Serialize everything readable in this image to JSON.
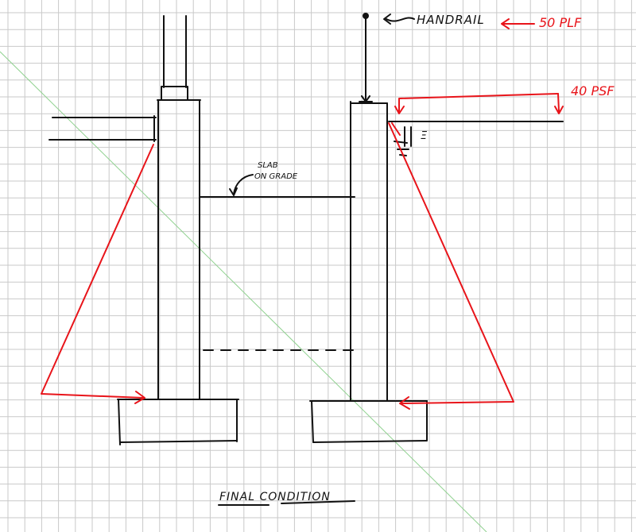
{
  "labels": {
    "handrail": "HANDRAIL",
    "handrail_load": "50 PLF",
    "surcharge_load": "40 PSF",
    "slab_on_grade_line1": "SLAB",
    "slab_on_grade_line2": "ON GRADE",
    "title": "FINAL CONDITION",
    "water_table_mark": "Ξ"
  },
  "colors": {
    "ink": "#111111",
    "markup": "#e8141a",
    "grid": "#c9c9c9",
    "guide_line": "#8fd18f"
  }
}
